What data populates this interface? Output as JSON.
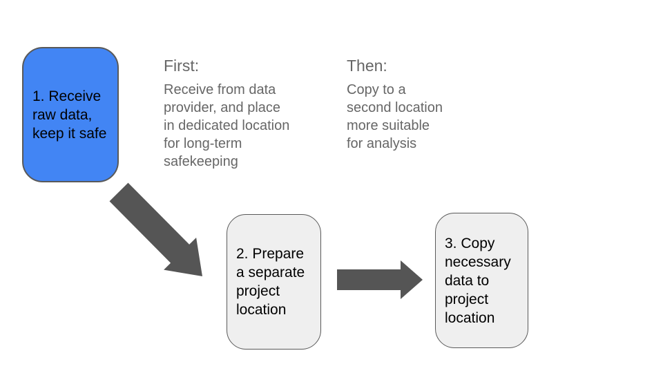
{
  "diagram": {
    "boxes": [
      {
        "id": "box1",
        "label": "1. Receive\nraw data,\nkeep it safe"
      },
      {
        "id": "box2",
        "label": "2. Prepare\na separate\nproject\nlocation"
      },
      {
        "id": "box3",
        "label": "3. Copy\nnecessary\ndata to\nproject\nlocation"
      }
    ],
    "annotations": [
      {
        "heading": "First:",
        "body": "Receive from data\nprovider, and place\nin dedicated location\nfor long-term\nsafekeeping"
      },
      {
        "heading": "Then:",
        "body": "Copy to a\nsecond location\nmore suitable\nfor analysis"
      }
    ],
    "arrows": [
      {
        "name": "arrow-box1-box2",
        "direction": "down-right"
      },
      {
        "name": "arrow-box2-box3",
        "direction": "right"
      }
    ]
  },
  "colors": {
    "background": "#ffffff",
    "box1_fill": "#4285f4",
    "box_fill": "#efefef",
    "box_border": "#595959",
    "arrow": "#555555",
    "annotation_text": "#666666",
    "box_text": "#000000"
  }
}
